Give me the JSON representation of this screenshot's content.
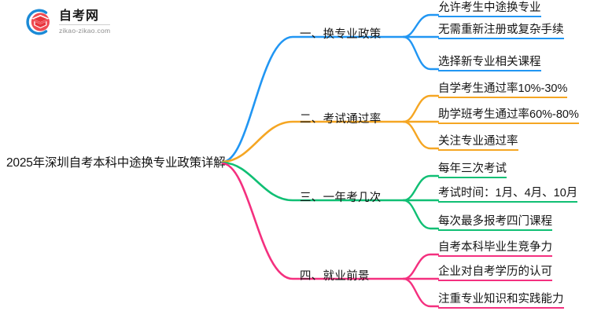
{
  "logo": {
    "mark_icon": "graduation-cap-circle-icon",
    "name_cn": "自考网",
    "url": "zikao-zikao.com",
    "arc_color": "#1b8ad6",
    "cap_color": "#e8353c"
  },
  "mindmap": {
    "type": "mindmap",
    "root": {
      "label": "2025年深圳自考本科中途换专业政策详解"
    },
    "branches": [
      {
        "index": 1,
        "label": "一、换专业政策",
        "color": "#2196f3",
        "children": [
          "允许考生中途换专业",
          "无需重新注册或复杂手续",
          "选择新专业相关课程"
        ]
      },
      {
        "index": 2,
        "label": "二、考试通过率",
        "color": "#f5a623",
        "children": [
          "自学考生通过率10%-30%",
          "助学班考生通过率60%-80%",
          "关注专业通过率"
        ]
      },
      {
        "index": 3,
        "label": "三、一年考几次",
        "color": "#10bf74",
        "children": [
          "每年三次考试",
          "考试时间：1月、4月、10月",
          "每次最多报考四门课程"
        ]
      },
      {
        "index": 4,
        "label": "四、就业前景",
        "color": "#f4307f",
        "children": [
          "自考本科毕业生竞争力",
          "企业对自考学历的认可",
          "注重专业知识和实践能力"
        ]
      }
    ]
  }
}
